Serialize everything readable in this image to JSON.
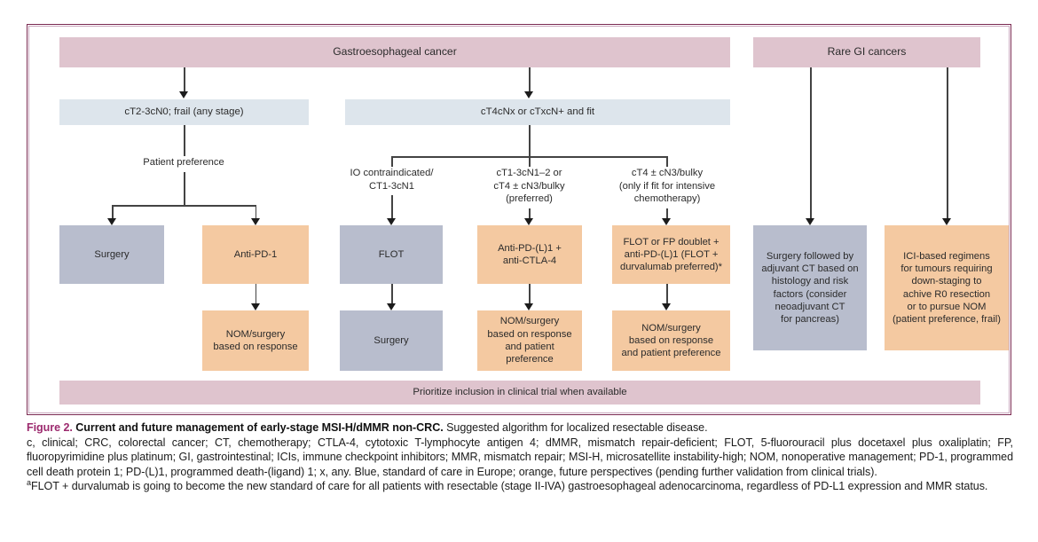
{
  "figure": {
    "number_label": "Figure 2.",
    "title": "Current and future management of early-stage MSI-H/dMMR non-CRC.",
    "subtitle": "Suggested algorithm for localized resectable disease.",
    "abbreviations": "c, clinical; CRC, colorectal cancer; CT, chemotherapy; CTLA-4, cytotoxic T-lymphocyte antigen 4; dMMR, mismatch repair-deficient; FLOT, 5-fluorouracil plus docetaxel plus oxaliplatin; FP, fluoropyrimidine plus platinum; GI, gastrointestinal; ICIs, immune checkpoint inhibitors; MMR, mismatch repair; MSI-H, microsatellite instability-high; NOM, nonoperative management; PD-1, programmed cell death protein 1; PD-(L)1, programmed death-(ligand) 1; x, any. Blue, standard of care in Europe; orange, future perspectives (pending further validation from clinical trials).",
    "footnote_marker": "a",
    "footnote": "FLOT + durvalumab is going to become the new standard of care for all patients with resectable (stage II-IVA) gastroesophageal adenocarcinoma, regardless of PD-L1 expression and MMR status."
  },
  "colors": {
    "header_pink": "#dfc4ce",
    "stage_blue_light": "#dde5ec",
    "box_blue": "#b8bdcd",
    "box_orange": "#f4c9a1",
    "frame_purple": "#7b2a52",
    "connector": "#434343",
    "figure_number": "#9c2a6e"
  },
  "diagram": {
    "headers": [
      {
        "id": "gastroesophageal",
        "label": "Gastroesophageal cancer"
      },
      {
        "id": "rare-gi",
        "label": "Rare GI cancers"
      }
    ],
    "stages": [
      {
        "id": "stage-frail",
        "label": "cT2-3cN0; frail (any stage)"
      },
      {
        "id": "stage-fit",
        "label": "cT4cNx or cTxcN+ and fit"
      }
    ],
    "criteria": [
      {
        "id": "patient-preference",
        "label": "Patient preference"
      },
      {
        "id": "io-contraindicated",
        "label": "IO contraindicated/\nCT1-3cN1"
      },
      {
        "id": "ct1-3cn1-2",
        "label": "cT1-3cN1–2 or\ncT4 ± cN3/bulky\n(preferred)"
      },
      {
        "id": "ct4-cn3-bulky",
        "label": "cT4 ± cN3/bulky\n(only if fit for intensive\nchemotherapy)"
      }
    ],
    "treatments": [
      {
        "id": "surgery-frail",
        "label": "Surgery",
        "fill": "blue"
      },
      {
        "id": "anti-pd1",
        "label": "Anti-PD-1",
        "fill": "orange"
      },
      {
        "id": "flot",
        "label": "FLOT",
        "fill": "blue"
      },
      {
        "id": "anti-pdl1-ctla4",
        "label": "Anti-PD-(L)1 +\nanti-CTLA-4",
        "fill": "orange"
      },
      {
        "id": "flot-fp-doublet",
        "label": "FLOT or FP doublet +\nanti-PD-(L)1 (FLOT +\ndurvalumab preferred)*",
        "fill": "orange"
      },
      {
        "id": "surgery-adjuvant-ct",
        "label": "Surgery followed by\nadjuvant CT based on\nhistology and risk\nfactors (consider\nneoadjuvant CT\nfor pancreas)",
        "fill": "blue"
      },
      {
        "id": "ici-based-regimens",
        "label": "ICI-based regimens\nfor tumours requiring\ndown-staging to\nachive R0 resection\nor to pursue NOM\n(patient preference, frail)",
        "fill": "orange"
      }
    ],
    "outcomes": [
      {
        "id": "nom-surgery-response-1",
        "label": "NOM/surgery\nbased on response",
        "fill": "orange"
      },
      {
        "id": "surgery-after-flot",
        "label": "Surgery",
        "fill": "blue"
      },
      {
        "id": "nom-surgery-response-pref-1",
        "label": "NOM/surgery\nbased on response\nand patient preference",
        "fill": "orange"
      },
      {
        "id": "nom-surgery-response-pref-2",
        "label": "NOM/surgery\nbased on response\nand patient preference",
        "fill": "orange"
      }
    ],
    "banner": {
      "id": "clinical-trial-banner",
      "label": "Prioritize inclusion in clinical trial when available"
    }
  }
}
